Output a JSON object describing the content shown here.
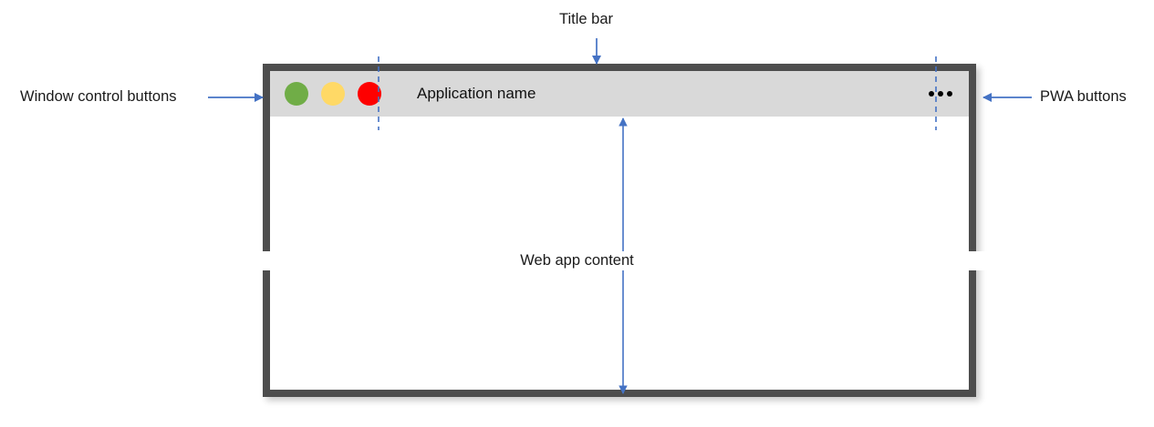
{
  "diagram": {
    "annotations": [
      {
        "id": "title-bar",
        "label": "Title bar",
        "arrow": "down"
      },
      {
        "id": "window-ctrl",
        "label": "Window control buttons",
        "arrow": "right"
      },
      {
        "id": "pwa",
        "label": "PWA buttons",
        "arrow": "left"
      },
      {
        "id": "web-content",
        "label": "Web app content",
        "arrow": "both"
      }
    ],
    "colors": {
      "annotation_line": "#4472c4",
      "guide_dashed": "#4472c4",
      "window_frame": "#4d4d4d",
      "title_bar_background": "#d9d9d9",
      "content_background": "#ffffff",
      "label_text": "#1a1a1a"
    }
  },
  "window": {
    "title_bar": {
      "app_title": "Application name",
      "window_controls": [
        {
          "name": "maximize",
          "color": "#70ad47"
        },
        {
          "name": "minimize",
          "color": "#ffd966"
        },
        {
          "name": "close",
          "color": "#fe0000"
        }
      ],
      "pwa_buttons": {
        "icon": "ellipsis-horizontal-icon",
        "dots": 3
      }
    },
    "content": {
      "body_text": ""
    }
  }
}
